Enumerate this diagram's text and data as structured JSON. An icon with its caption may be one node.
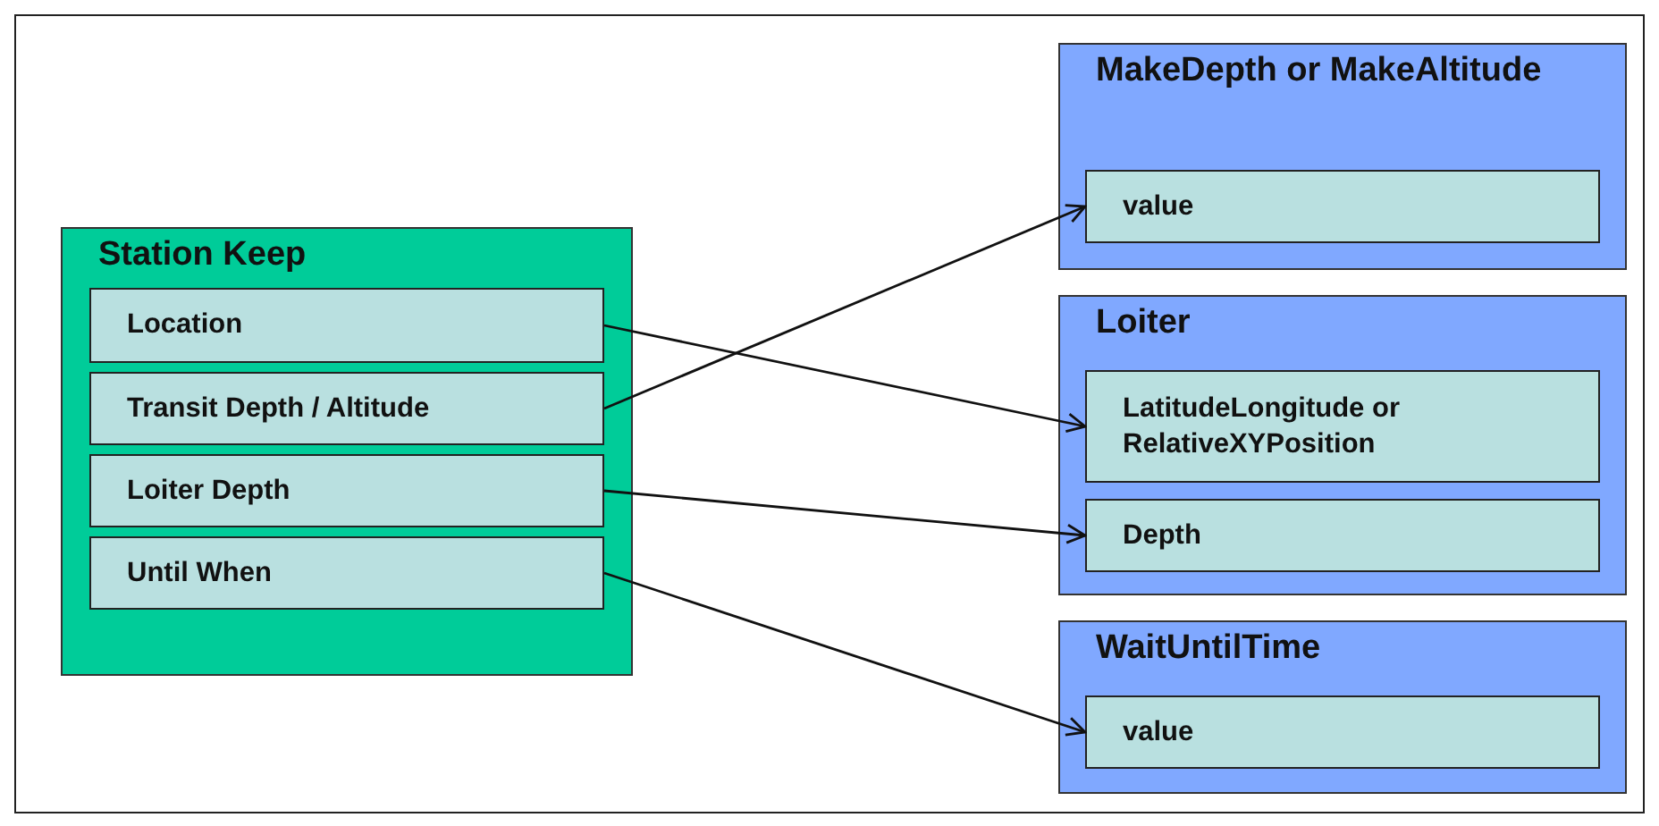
{
  "diagram": {
    "nodes": [
      {
        "text": [
          "Station Keep"
        ]
      },
      {
        "text": [
          "Location"
        ],
        "in": 0
      },
      {
        "text": [
          "Transit Depth / Altitude"
        ],
        "in": 0
      },
      {
        "text": [
          "Loiter Depth"
        ],
        "in": 0
      },
      {
        "text": [
          "Until When"
        ],
        "in": 0
      },
      {
        "text": [
          "MakeDepth or MakeAltitude"
        ]
      },
      {
        "text": [
          "value"
        ],
        "in": 5
      },
      {
        "text": [
          "Loiter"
        ]
      },
      {
        "text": [
          "LatitudeLongitude or RelativeXYPosition"
        ],
        "in": 7
      },
      {
        "text": [
          "Depth"
        ],
        "in": 7
      },
      {
        "text": [
          "WaitUntilTime"
        ]
      },
      {
        "text": [
          "value"
        ],
        "in": 10
      }
    ],
    "edges": [
      {
        "from": 1,
        "to": 8,
        "arrow": "to"
      },
      {
        "from": 2,
        "to": 6,
        "arrow": "to"
      },
      {
        "from": 3,
        "to": 9,
        "arrow": "to"
      },
      {
        "from": 4,
        "to": 11,
        "arrow": "to"
      }
    ]
  }
}
